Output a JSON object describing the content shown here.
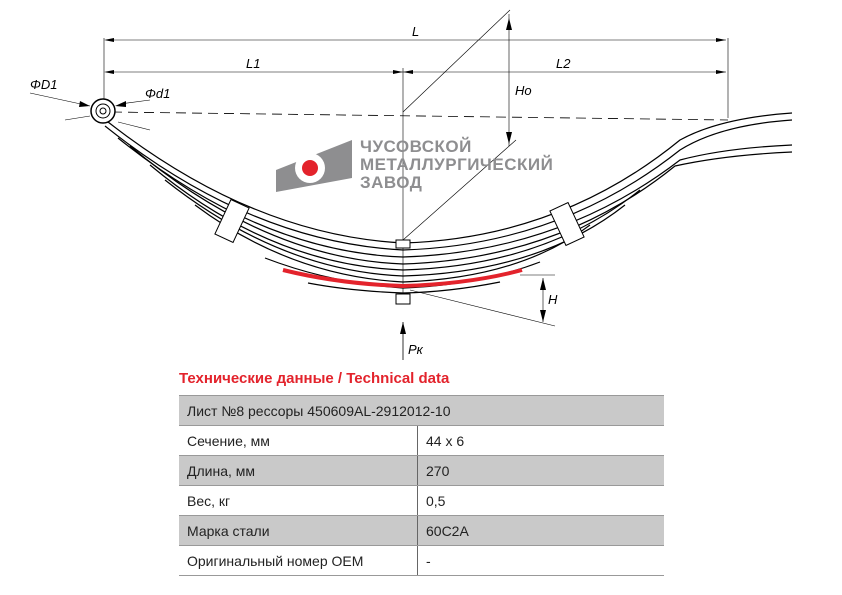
{
  "drawing": {
    "labels": {
      "L": "L",
      "L1": "L1",
      "L2": "L2",
      "Ho": "Ho",
      "H": "H",
      "D1": "ΦD1",
      "d1": "Φd1",
      "Pk": "Pк"
    },
    "highlight_color": "#e3232c"
  },
  "logo": {
    "line1": "ЧУСОВСКОЙ",
    "line2": "МЕТАЛЛУРГИЧЕСКИЙ",
    "line3": "ЗАВОД"
  },
  "section_title": "Технические данные / Technical data",
  "table": {
    "header": "Лист №8 рессоры 450609AL-2912012-10",
    "rows": [
      {
        "label": "Сечение, мм",
        "value": "44 x 6"
      },
      {
        "label": "Длина, мм",
        "value": "270"
      },
      {
        "label": "Вес, кг",
        "value": "0,5"
      },
      {
        "label": "Марка стали",
        "value": "60С2А"
      },
      {
        "label": "Оригинальный номер OEM",
        "value": "-"
      }
    ]
  }
}
